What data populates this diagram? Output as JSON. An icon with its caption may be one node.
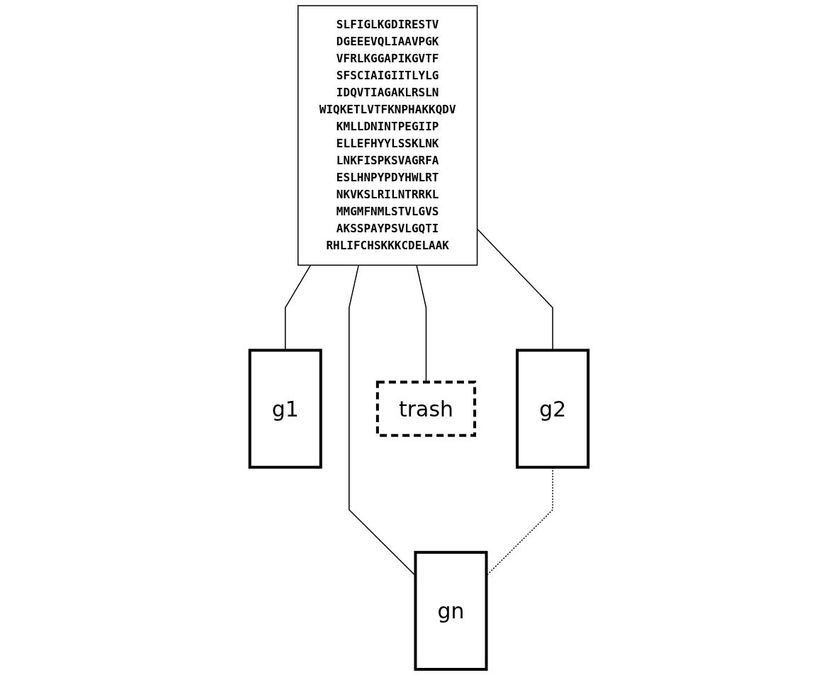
{
  "diagram": {
    "nodes": [
      {
        "text": [
          "SLFIGLKGDIRESTV",
          "DGEEEVQLIAAVPGK",
          "VFRLKGGAPIKGVTF",
          "SFSCIAIGIITLYLG",
          "IDQVTIAGAKLRSLN",
          "WIQKETLVTFKNPHAKKQDV",
          "KMLLDNINTPEGIIP",
          "ELLEFHYYLSSKLNK",
          "LNKFISPKSVAGRFA",
          "ESLHNPYPDYHWLRT",
          "NKVKSLRILNTRRKL",
          "MMGMFNMLSTVLGVS",
          "AKSSPAYPSVLGQTI",
          "RHLIFCHSKKKCDELAAK"
        ]
      },
      {
        "text": [
          "g1"
        ]
      },
      {
        "text": [
          "g2"
        ]
      },
      {
        "text": [
          "gn"
        ]
      },
      {
        "text": [
          "trash"
        ]
      }
    ],
    "edges": [
      {
        "from": 0,
        "to": 1,
        "arrow": "none"
      },
      {
        "from": 0,
        "to": 2,
        "arrow": "none"
      },
      {
        "from": 0,
        "to": 3,
        "arrow": "none"
      },
      {
        "from": 0,
        "to": 4,
        "arrow": "none"
      },
      {
        "from": 2,
        "to": 3,
        "arrow": "none",
        "style": "dashed"
      }
    ]
  }
}
